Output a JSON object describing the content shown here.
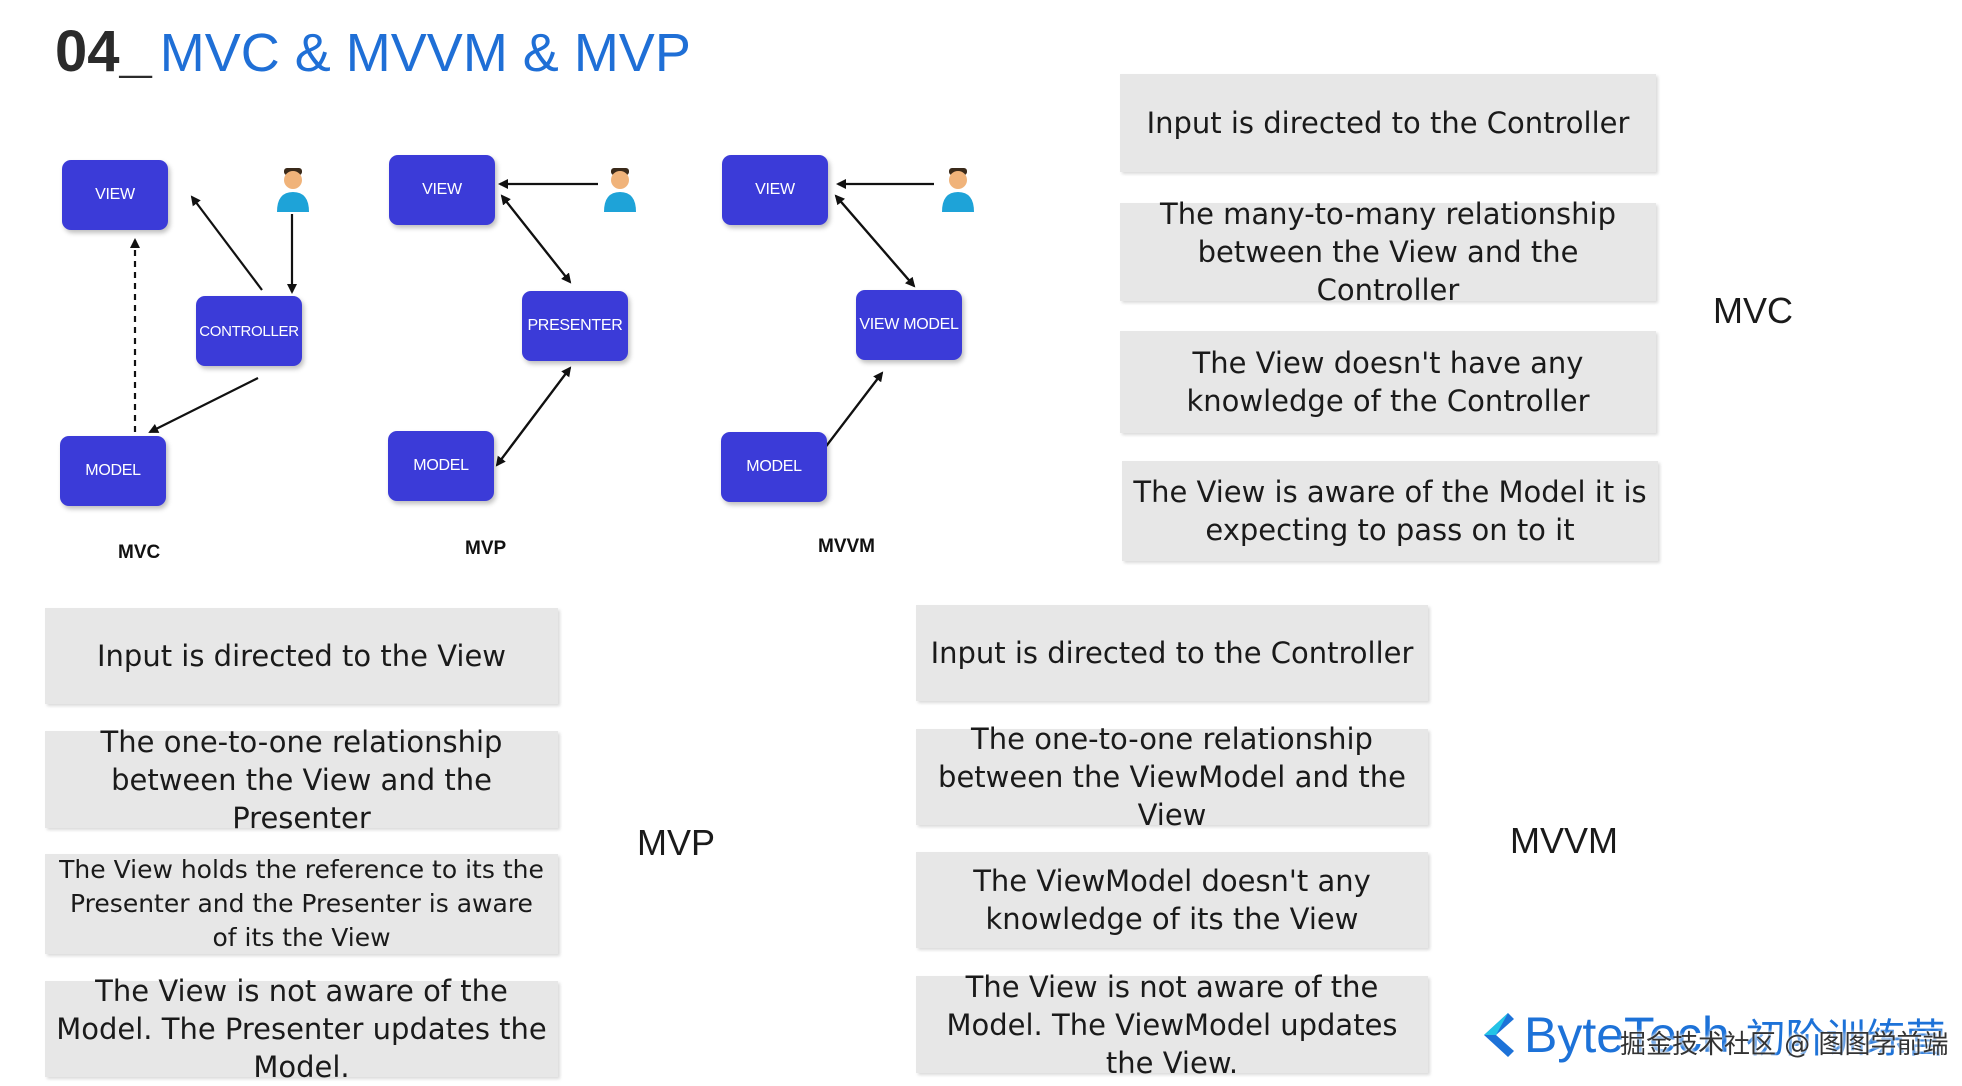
{
  "header": {
    "number": "04",
    "separator": "_",
    "title": "MVC & MVVM & MVP"
  },
  "diagrams": {
    "mvc": {
      "view": "VIEW",
      "controller": "CONTROLLER",
      "model": "MODEL",
      "caption": "MVC"
    },
    "mvp": {
      "view": "VIEW",
      "presenter": "PRESENTER",
      "model": "MODEL",
      "caption": "MVP"
    },
    "mvvm": {
      "view": "VIEW",
      "viewmodel": "VIEW MODEL",
      "model": "MODEL",
      "caption": "MVVM"
    }
  },
  "mvc_group": {
    "label": "MVC",
    "cards": [
      "Input is directed to the Controller",
      "The many-to-many relationship between the View and the Controller",
      "The View doesn't have any knowledge of the Controller",
      "The View is aware of the Model it is expecting to pass on to it"
    ]
  },
  "mvp_group": {
    "label": "MVP",
    "cards": [
      "Input is directed to the View",
      "The one-to-one relationship between the View and the Presenter",
      "The View holds the reference to its the Presenter and the Presenter is aware of its the View",
      "The View is not aware of the Model. The Presenter updates the Model."
    ]
  },
  "mvvm_group": {
    "label": "MVVM",
    "cards": [
      "Input is directed to the Controller",
      "The one-to-one relationship between the ViewModel and the View",
      "The ViewModel doesn't any knowledge of its the View",
      "The View is not aware of the Model. The ViewModel updates the View."
    ]
  },
  "brand": {
    "name": "ByteTech",
    "camp": "初阶训练营",
    "footnote": "掘金技术社区 @ 图图学前端"
  },
  "colors": {
    "box": "#3b3bd8",
    "title": "#1f6fd6",
    "card": "#e7e7e7"
  },
  "icons": {
    "user": "person-icon",
    "brand": "bytetech-logo-icon"
  }
}
